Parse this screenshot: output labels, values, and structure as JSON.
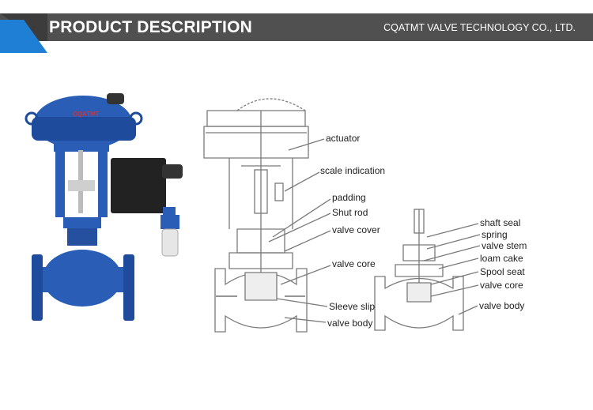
{
  "header": {
    "title": "PRODUCT DESCRIPTION",
    "company": "CQATMT VALVE TECHNOLOGY CO., LTD."
  },
  "photo": {
    "actuator_brand": "CQATMT"
  },
  "diagram_left": {
    "labels": {
      "actuator": "actuator",
      "scale_indication": "scale indication",
      "padding": "padding",
      "shut_rod": "Shut rod",
      "valve_cover": "valve cover",
      "valve_core": "valve core",
      "sleeve_slip": "Sleeve slip",
      "valve_body": "valve body"
    }
  },
  "diagram_right": {
    "labels": {
      "shaft_seal": "shaft seal",
      "spring": "spring",
      "valve_stem": "valve stem",
      "loam_cake": "loam cake",
      "spool_seat": "Spool seat",
      "valve_core": "valve core",
      "valve_body": "valve body"
    }
  },
  "colors": {
    "banner": "#505050",
    "accent": "#1f7fd4",
    "valve_blue": "#2a5db5",
    "drawing_line": "#7a7a7a"
  }
}
